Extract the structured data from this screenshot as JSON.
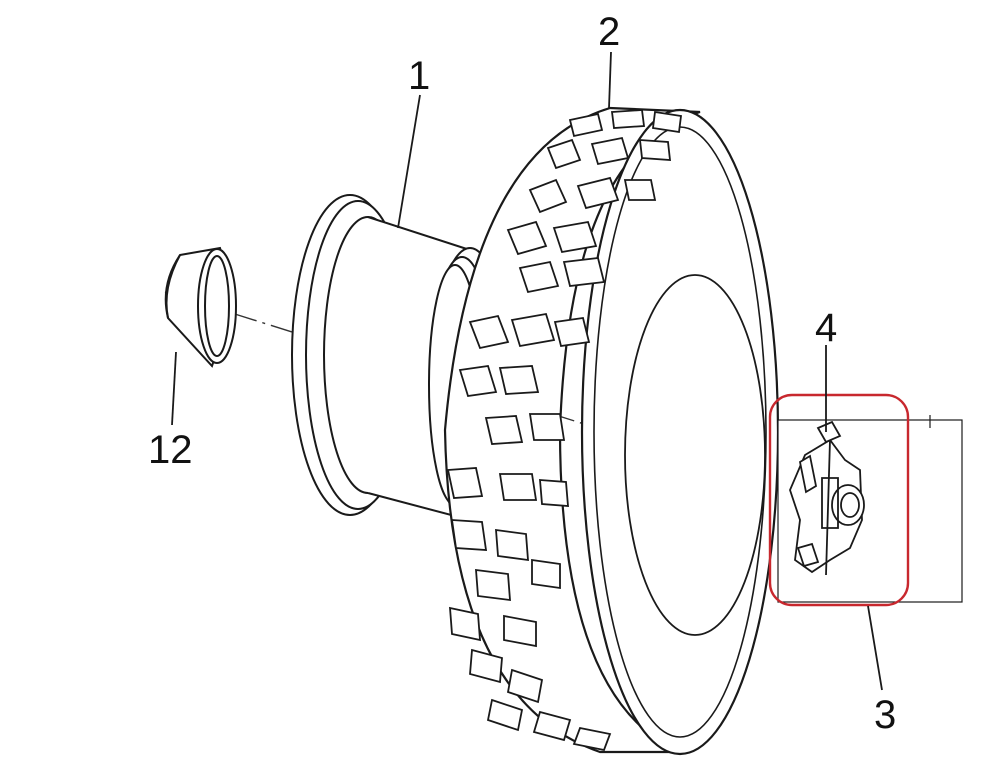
{
  "callouts": {
    "rim": "1",
    "tire": "2",
    "hub_assembly": "3",
    "hub_bracket": "4",
    "cone_cap": "12"
  },
  "colors": {
    "line": "#1a1a1a",
    "highlight": "#c8282e",
    "background": "#ffffff"
  }
}
